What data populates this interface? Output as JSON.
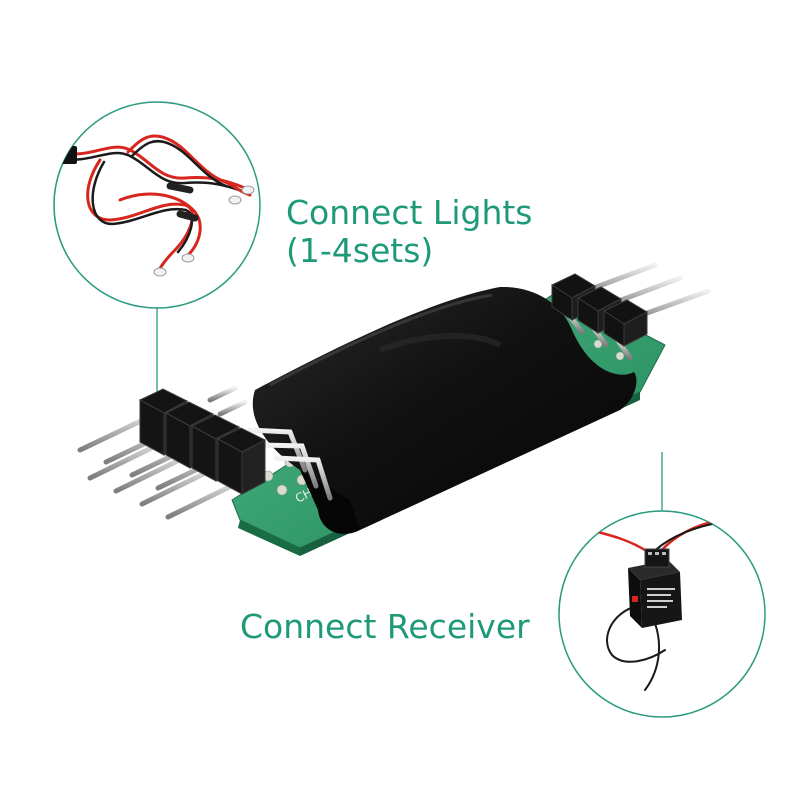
{
  "labels": {
    "lights_line1": "Connect Lights",
    "lights_line2": "(1-4sets)",
    "receiver": "Connect Receiver"
  },
  "pcb_marking": "CH2",
  "colors": {
    "accent": "#1e9a78",
    "callout_circle": "#2a9a80",
    "heatshrink": "#111111",
    "pcb": "#2e9e6a",
    "pin": "#c8c8c8",
    "wire_red": "#d6261e",
    "wire_black": "#1a1a1a"
  }
}
